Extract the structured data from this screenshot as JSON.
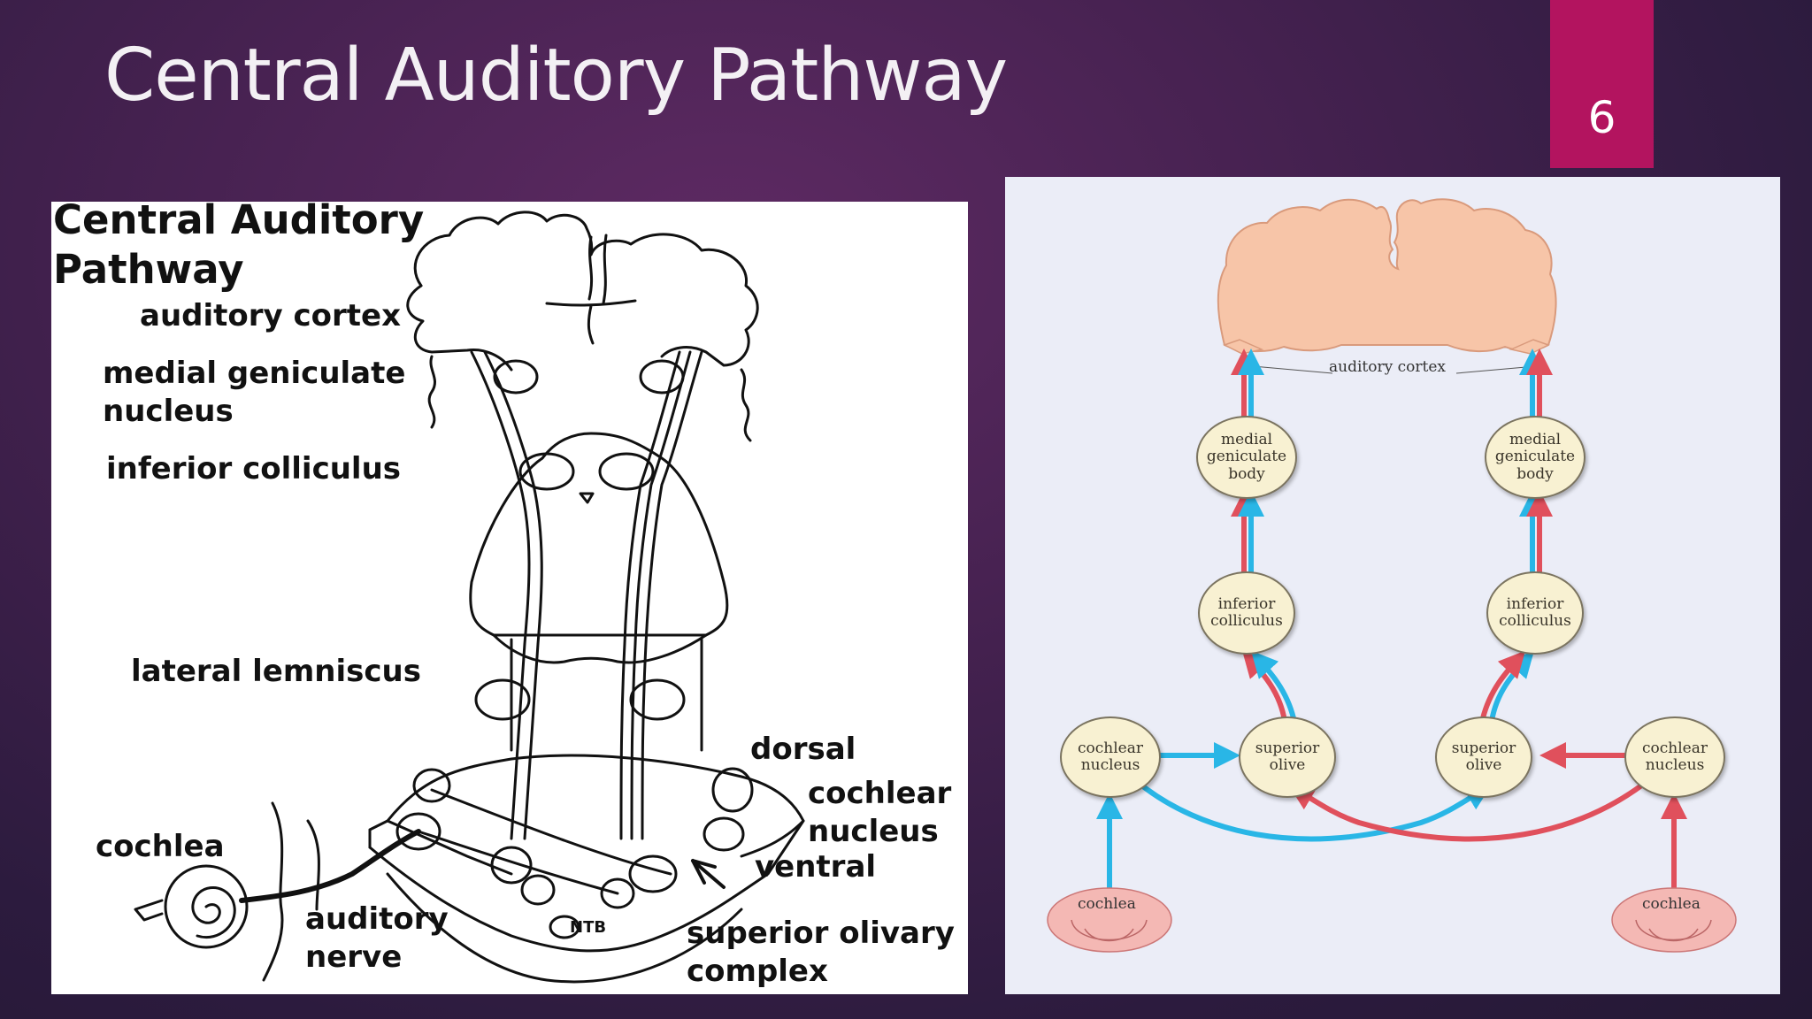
{
  "slide": {
    "title": "Central Auditory Pathway",
    "page_number": "6"
  },
  "left_diagram": {
    "heading_line1": "Central Auditory",
    "heading_line2": "Pathway",
    "labels": {
      "auditory_cortex": "auditory cortex",
      "medial_geniculate_line1": "medial geniculate",
      "medial_geniculate_line2": "nucleus",
      "inferior_colliculus": "inferior colliculus",
      "lateral_lemniscus": "lateral lemniscus",
      "dorsal": "dorsal",
      "cochlear_line1": "cochlear",
      "cochlear_line2": "nucleus",
      "ventral": "ventral",
      "cochlea": "cochlea",
      "auditory_nerve_line1": "auditory",
      "auditory_nerve_line2": "nerve",
      "superior_olivary_line1": "superior olivary",
      "superior_olivary_line2": "complex",
      "ntb": "NTB"
    }
  },
  "right_diagram": {
    "colors": {
      "ipsilateral": "#e0505c",
      "contralateral": "#29b6e6",
      "node_fill": "#f8f1d2",
      "cortex_fill": "#f7c5a8"
    },
    "cortex_label": "auditory cortex",
    "nodes": {
      "mgb": "medial geniculate body",
      "ic": "inferior colliculus",
      "so": "superior olive",
      "cn": "cochlear nucleus",
      "cochlea": "cochlea"
    }
  }
}
